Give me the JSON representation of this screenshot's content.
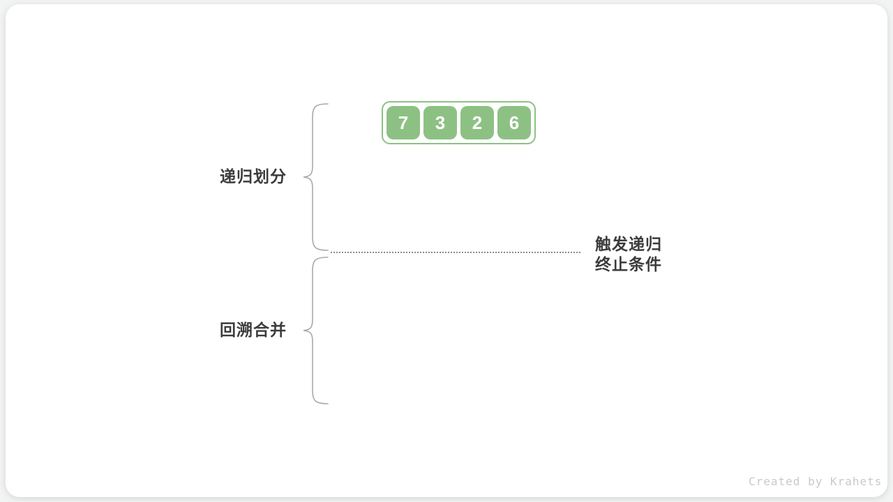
{
  "diagram": {
    "title_context": "merge-sort recursion diagram",
    "array": {
      "values": [
        "7",
        "3",
        "2",
        "6"
      ]
    },
    "labels": {
      "phase_top": "递归划分",
      "phase_bottom": "回溯合并",
      "terminate_line1": "触发递归",
      "terminate_line2": "终止条件"
    },
    "watermark": "Created by Krahets",
    "colors": {
      "cell_green": "#8dc183",
      "cell_text": "#ffffff",
      "label_text": "#3c3c3c",
      "brace_stroke": "#a8a8a8",
      "dotted_line": "#8a8a8a",
      "watermark_text": "#c9c9c9",
      "card_background": "#ffffff",
      "page_background": "#f2f3f3"
    }
  }
}
